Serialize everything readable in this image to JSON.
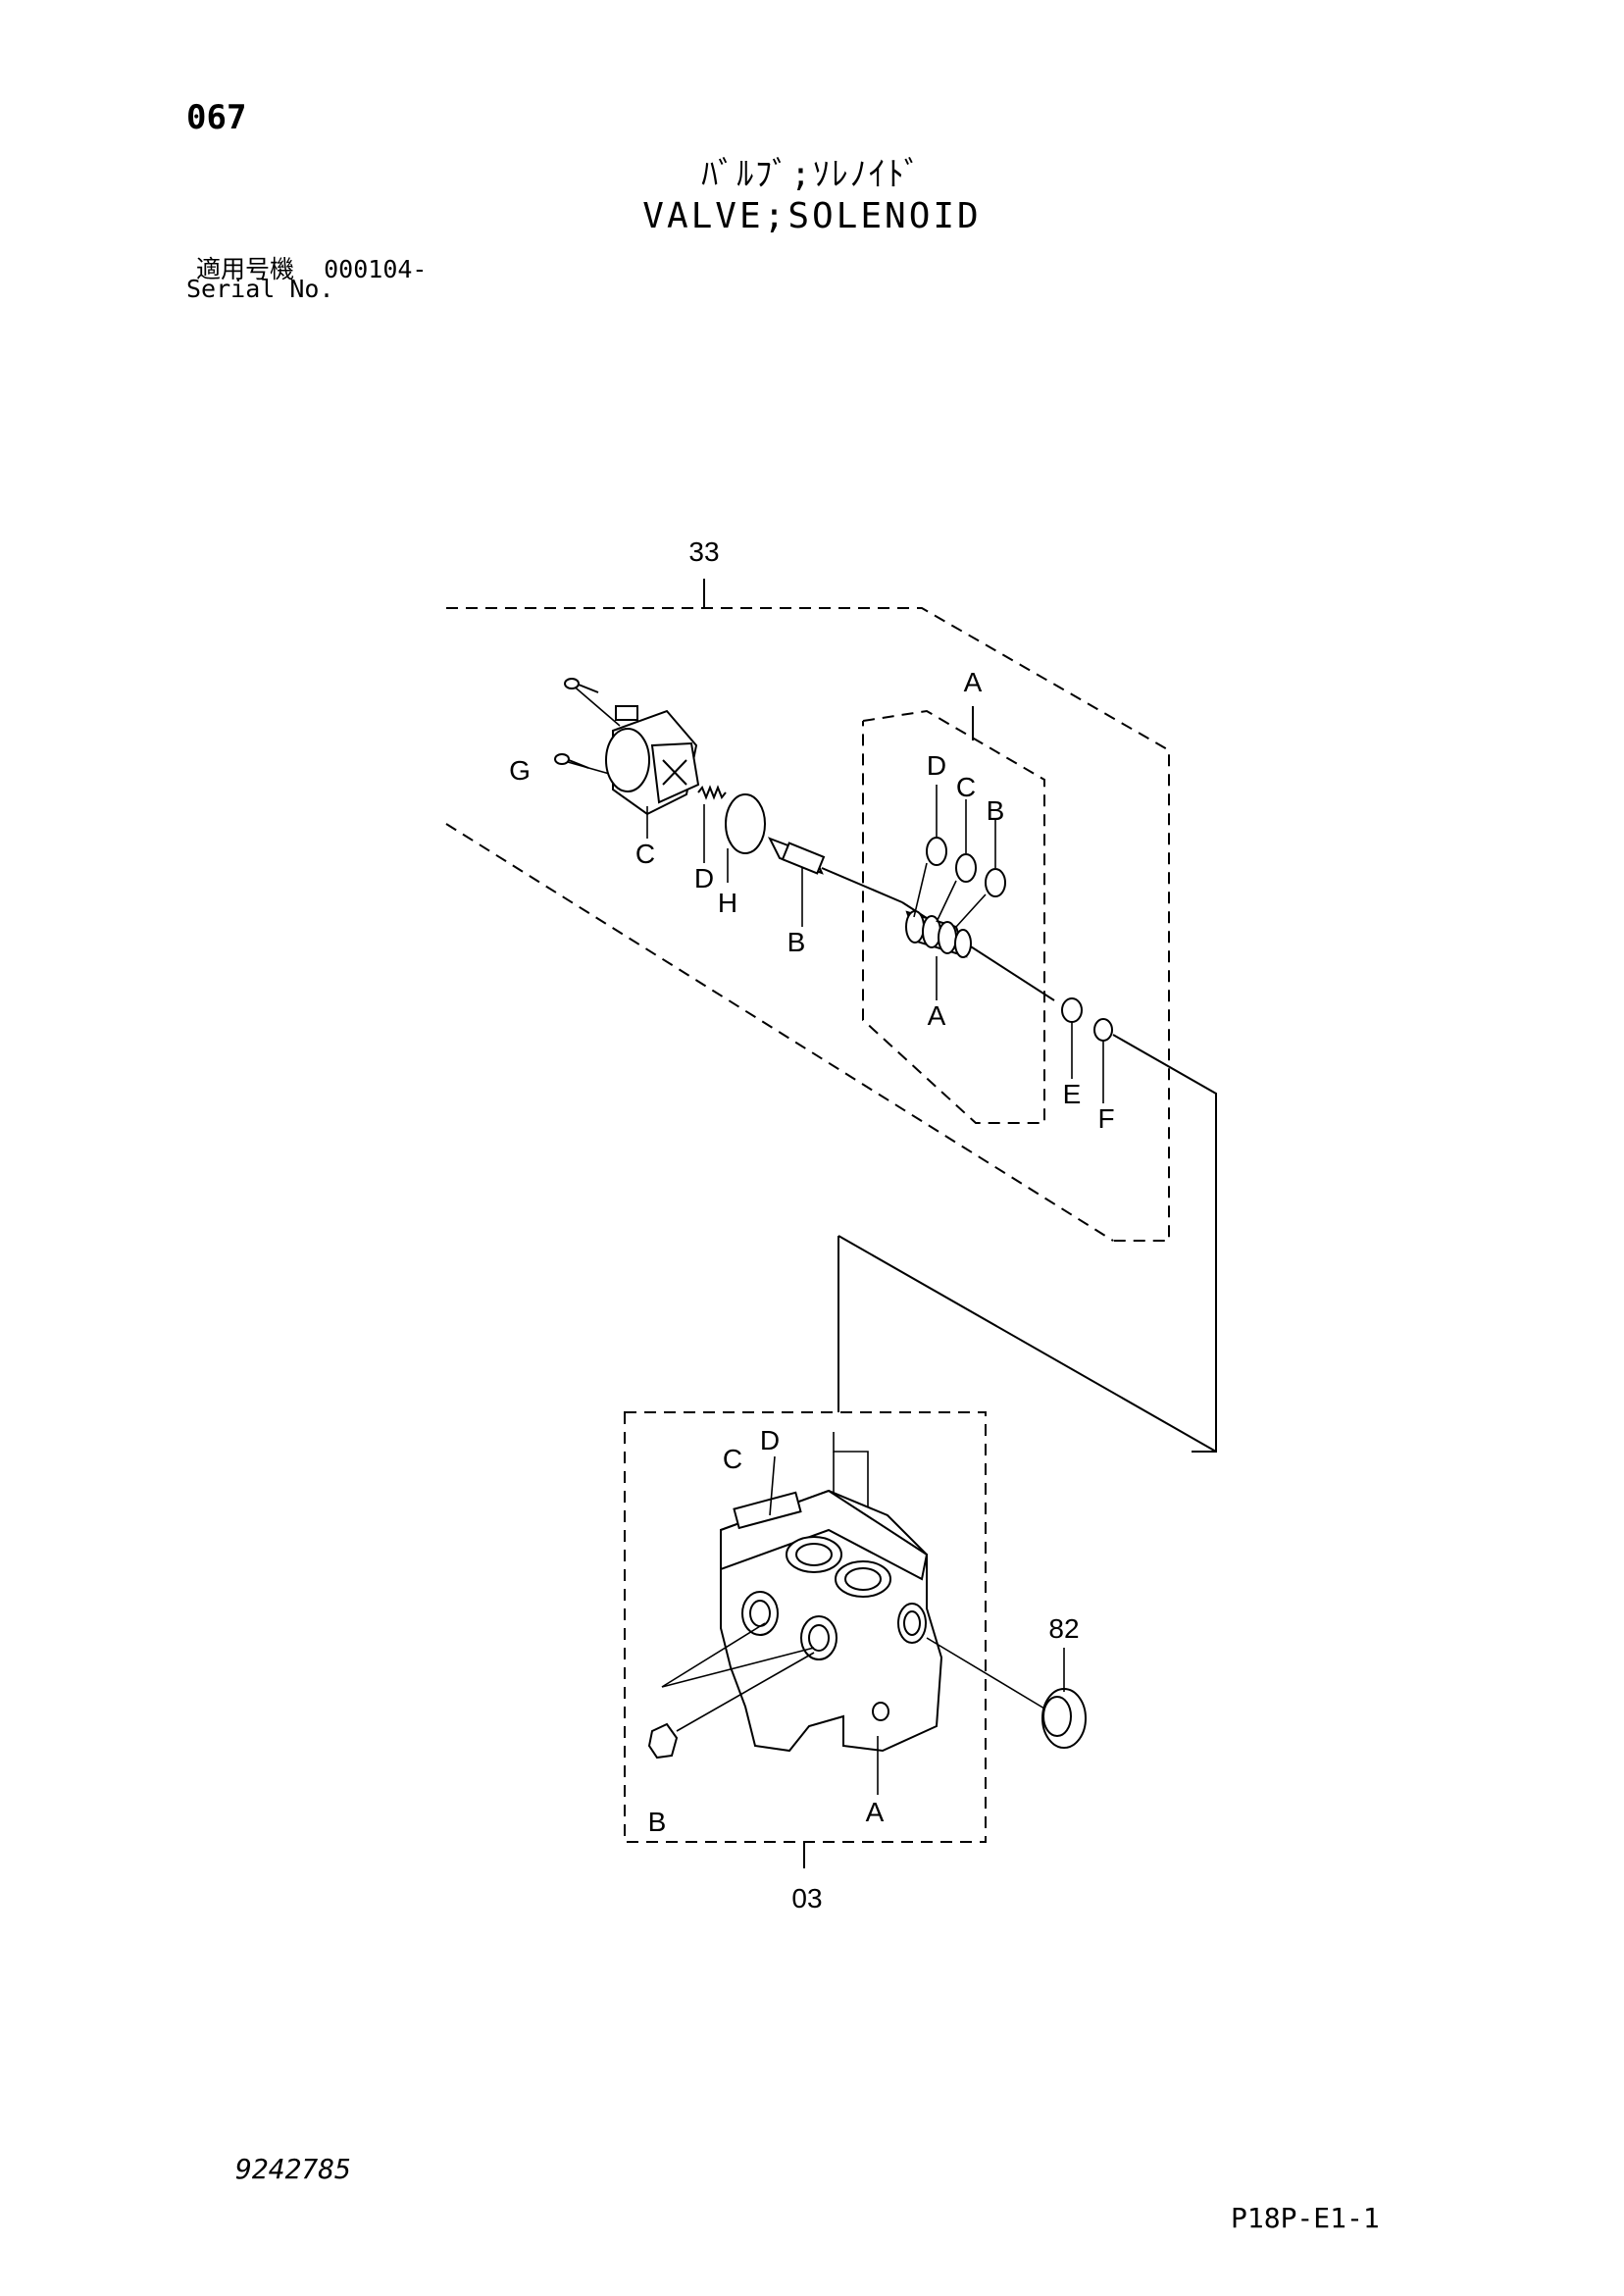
{
  "header": {
    "page_number": "067",
    "title_jp": "ﾊﾞﾙﾌﾞ;ｿﾚﾉｲﾄﾞ",
    "title_en": "VALVE;SOLENOID",
    "serial_label_jp": "適用号機",
    "serial_value": "000104-",
    "serial_label_en": "Serial No."
  },
  "footer": {
    "drawing_number": "9242785",
    "sheet_id": "P18P-E1-1"
  },
  "callouts": {
    "assembly_33": "33",
    "assembly_03": "03",
    "plug_82": "82",
    "group_A": "A",
    "solenoid_G": "G",
    "solenoid_C": "C",
    "spring_D": "D",
    "oring_H": "H",
    "spool_B": "B",
    "cart_D": "D",
    "cart_C": "C",
    "cart_B": "B",
    "cart_A": "A",
    "ring_E": "E",
    "ring_F": "F",
    "body_C": "C",
    "body_D": "D",
    "body_A": "A",
    "body_B": "B"
  }
}
